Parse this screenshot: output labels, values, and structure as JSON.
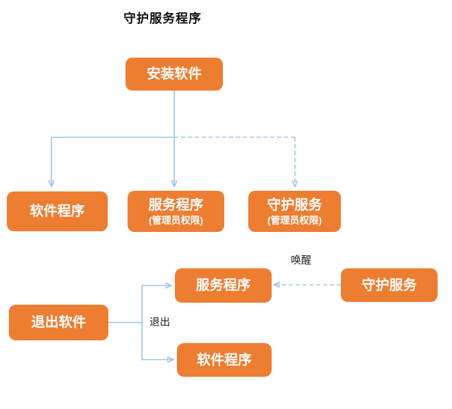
{
  "title": "守护服务程序",
  "colors": {
    "node_fill": "#ED7D31",
    "node_text": "#FFFFFF",
    "connector": "#9DC3E6",
    "title_text": "#111111"
  },
  "install_flow": {
    "install": {
      "label": "安装软件"
    },
    "software": {
      "label": "软件程序"
    },
    "service": {
      "label": "服务程序",
      "sublabel": "(管理员权限)"
    },
    "guard": {
      "label": "守护服务",
      "sublabel": "(管理员权限)"
    }
  },
  "exit_flow": {
    "exit": {
      "label": "退出软件"
    },
    "service": {
      "label": "服务程序"
    },
    "software": {
      "label": "软件程序"
    },
    "guard": {
      "label": "守护服务"
    },
    "edge_labels": {
      "wake": "唤醒",
      "exit": "退出"
    }
  }
}
